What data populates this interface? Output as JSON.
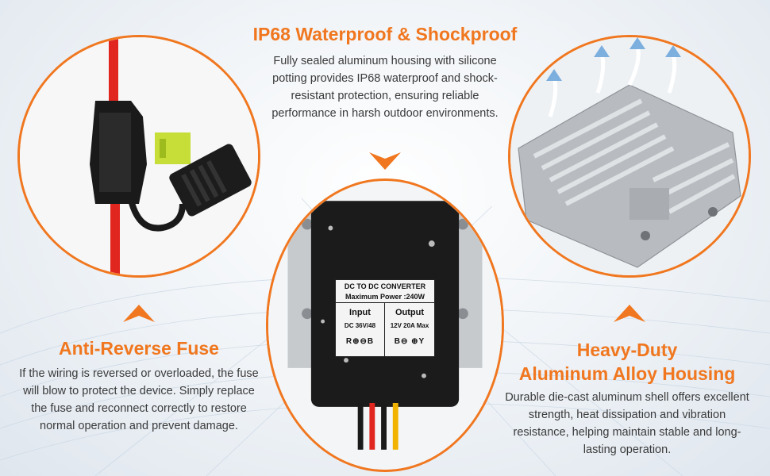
{
  "sections": {
    "top": {
      "title": "IP68 Waterproof & Shockproof",
      "description": "Fully sealed aluminum housing with silicone potting provides IP68 waterproof and shock-resistant protection, ensuring reliable performance in harsh outdoor environments."
    },
    "left": {
      "title": "Anti-Reverse Fuse",
      "description": "If the wiring is reversed or overloaded, the fuse will blow to protect the device. Simply replace the fuse and reconnect correctly to restore normal operation and prevent damage."
    },
    "right": {
      "title_line1": "Heavy-Duty",
      "title_line2": "Aluminum Alloy Housing",
      "description": "Durable die-cast aluminum shell offers excellent strength, heat dissipation and vibration resistance, helping maintain stable and long-lasting operation."
    }
  },
  "product_label": {
    "line1": "DC TO DC CONVERTER",
    "line2": "Maximum Power :240W",
    "input_head": "Input",
    "input_spec": "DC 36V/48",
    "input_terms": "R⊕⊖B",
    "output_head": "Output",
    "output_spec": "12V 20A Max",
    "output_terms": "B⊖ ⊕Y"
  },
  "colors": {
    "accent": "#f0771f",
    "text": "#3a3a3a"
  }
}
